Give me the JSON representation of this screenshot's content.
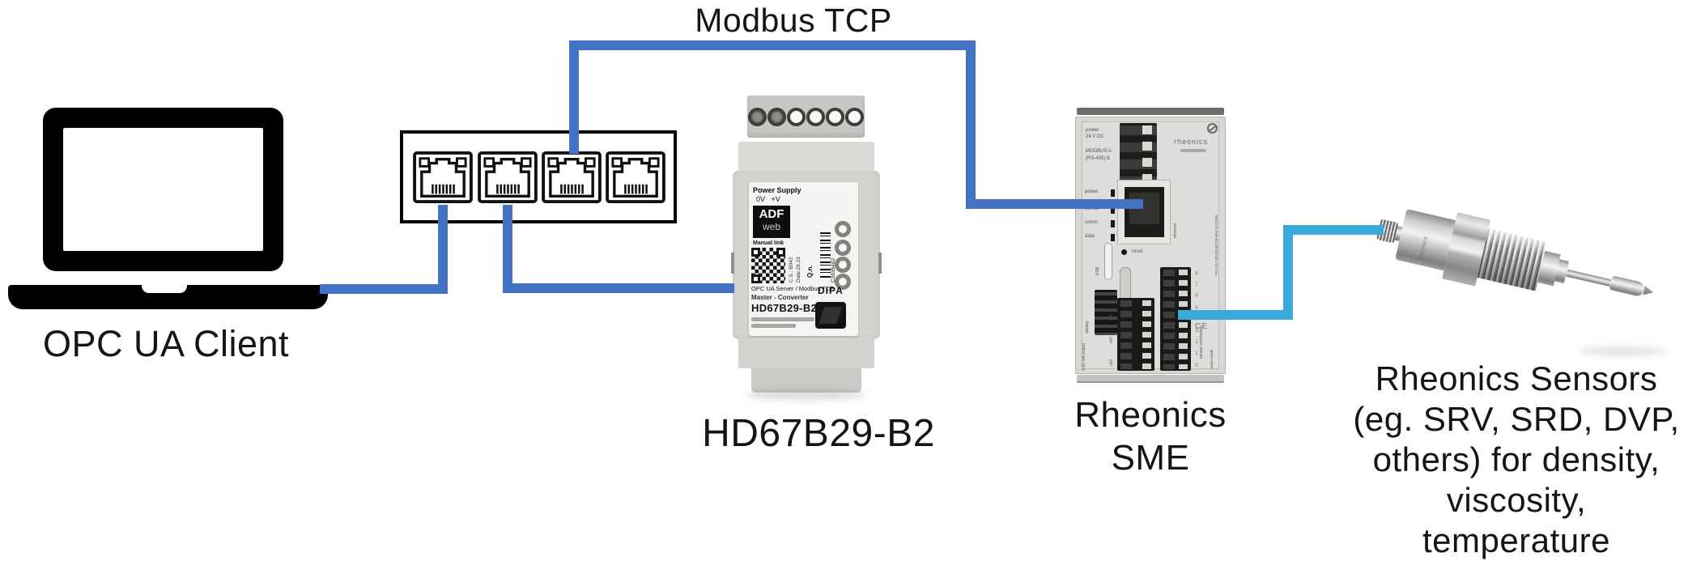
{
  "labels": {
    "protocol": "Modbus TCP",
    "client": "OPC UA Client",
    "converter_model": "HD67B29-B2",
    "sme_line1": "Rheonics",
    "sme_line2": "SME",
    "sensors_line1": "Rheonics Sensors",
    "sensors_line2": "(eg. SRV, SRD, DVP,",
    "sensors_line3": "others) for density,",
    "sensors_line4": "viscosity,",
    "sensors_line5": "temperature"
  },
  "colors": {
    "line_blue": "#4472C4",
    "line_cyan": "#3AA9DC"
  },
  "converter_device": {
    "power_supply": "Power Supply",
    "terminals": "0V   +V",
    "logo_line1": "ADF",
    "logo_line2": "web",
    "manual": "Manual link",
    "cs_code": "C.S.: B042",
    "date_code": "Date:29.23",
    "qn": "Q.n.",
    "barcode_number": "C2935402",
    "product": "OPC UA Server / Modbus TCP",
    "type": "Master - Converter",
    "model": "HD67B29-B2",
    "dip_label": "DIPA"
  },
  "sme_device": {
    "brand": "rheonics",
    "power_label": "power",
    "voltage": "24 V DC",
    "modbus_line1": "MODBUS A",
    "modbus_line2": "(RS-485) B",
    "led1": "power",
    "led2": "sensor",
    "led3": "comm",
    "led4": "data",
    "reset": "reset",
    "ethernet": "ethernet",
    "usb": "USB",
    "display": "display",
    "sdcard": "SD-card",
    "ch1": "ch1",
    "ch2": "ch2",
    "ch3": "ch3",
    "analog_out": "4-20 mA output",
    "sensor_conn": "sensor connection",
    "pins": [
      "8",
      "7",
      "6",
      "5",
      "4",
      "3",
      "2",
      "1",
      "0"
    ],
    "pn": "PN:1917-BDSN:BFCM-R03-1910199",
    "origin": "swiss made",
    "ce": "CE",
    "brand_sensor": "rheonics"
  }
}
